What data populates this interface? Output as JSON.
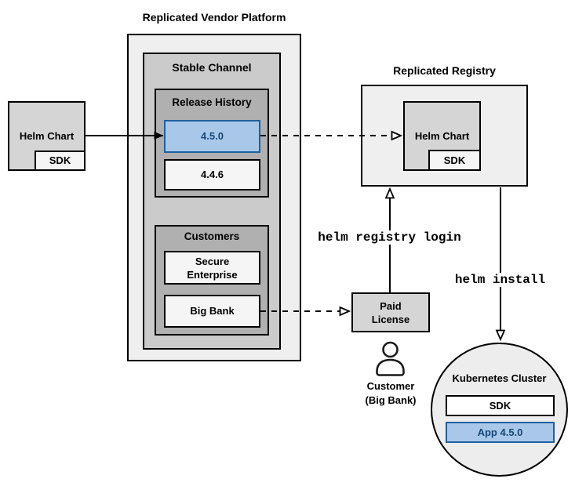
{
  "platform": {
    "title": "Replicated Vendor Platform",
    "stable_channel_label": "Stable Channel",
    "release_history_label": "Release History",
    "version_current": "4.5.0",
    "version_previous": "4.4.6",
    "customers_label": "Customers",
    "customer_secure_lines": [
      "Secure",
      "Enterprise"
    ],
    "customer_bigbank": "Big Bank"
  },
  "source_chart": {
    "label": "Helm Chart",
    "sdk": "SDK"
  },
  "registry": {
    "title": "Replicated Registry",
    "chart_label": "Helm Chart",
    "sdk": "SDK"
  },
  "license": {
    "lines": [
      "Paid",
      "License"
    ]
  },
  "customer_actor": {
    "lines": [
      "Customer",
      "(Big Bank)"
    ]
  },
  "cluster": {
    "title": "Kubernetes Cluster",
    "sdk": "SDK",
    "app": "App 4.5.0"
  },
  "commands": {
    "login": "helm registry login",
    "install": "helm install"
  },
  "colors": {
    "highlight_fill": "#a9c8e9",
    "highlight_border": "#1e5f9e",
    "highlight_text": "#16477a",
    "line": "#000000"
  }
}
